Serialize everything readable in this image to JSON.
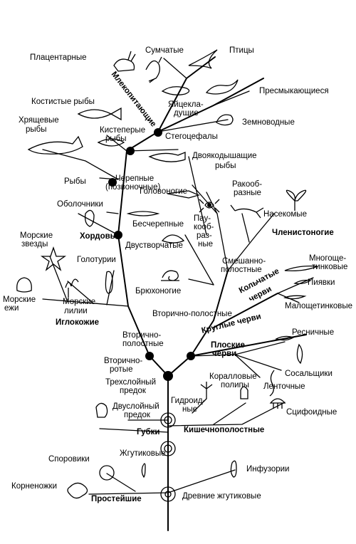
{
  "labels": {
    "placentals": "Плацентарные",
    "marsupials": "Сумчатые",
    "birds": "Птицы",
    "mammals": "Млекопитающие",
    "monotremes_1": "Яйцекла-",
    "monotremes_2": "дущие",
    "reptiles": "Пресмыкающиеся",
    "bony_fish": "Костистые рыбы",
    "amphibians": "Земноводные",
    "stegocephals": "Стегоцефалы",
    "cartilaginous_1": "Хрящевые",
    "cartilaginous_2": "рыбы",
    "lobe_finned_1": "Кистеперые",
    "lobe_finned_2": "рыбы",
    "lungfish_1": "Двоякодышащие",
    "lungfish_2": "рыбы",
    "fish": "Рыбы",
    "craniates_1": "Черепные",
    "craniates_2": "(позвоночные)",
    "cephalopods": "Головоногие",
    "crustaceans_1": "Ракооб-",
    "crustaceans_2": "разные",
    "tunicates": "Оболочники",
    "insects": "Насекомые",
    "arachnids_1": "Пау-",
    "arachnids_2": "кооб-",
    "arachnids_3": "раз-",
    "arachnids_4": "ные",
    "acrania": "Бесчерепные",
    "arthropods": "Членистоногие",
    "chordates": "Хордовые",
    "bivalves": "Двустворчатые",
    "starfish_1": "Морские",
    "starfish_2": "звезды",
    "holothurians": "Голотурии",
    "mixocoel_1": "Смешанно-",
    "mixocoel_2": "полостные",
    "polychaetes_1": "Многоще-",
    "polychaetes_2": "тинковые",
    "annelids_1": "Кольчатые",
    "annelids_2": "черви",
    "leeches": "Пиявки",
    "sea_lilies_1": "Морские",
    "sea_lilies_2": "лилии",
    "gastropods": "Брюхоногие",
    "sea_urchins_1": "Морские",
    "sea_urchins_2": "ежи",
    "oligochaetes": "Малощетинковые",
    "echinoderms": "Иглокожие",
    "secondary_cavity_right": "Вторично-полостные",
    "roundworms": "Круглые черви",
    "secondary_cavity_left_1": "Вторично-",
    "secondary_cavity_left_2": "полостные",
    "turbellarians": "Ресничные",
    "flatworms_1": "Плоские",
    "flatworms_2": "черви",
    "deuterostomes_1": "Вторично-",
    "deuterostomes_2": "ротые",
    "flukes": "Сосальщики",
    "triploblast_1": "Трехслойный",
    "triploblast_2": "предок",
    "corals_1": "Коралловые",
    "corals_2": "полипы",
    "tapeworms": "Ленточные",
    "diploblast_1": "Двуслойный",
    "diploblast_2": "предок",
    "hydroids_1": "Гидроид-",
    "hydroids_2": "ные",
    "scyphozoa": "Сцифоидные",
    "sponges": "Губки",
    "cnidarians": "Кишечнополостные",
    "sporozoa": "Споровики",
    "flagellates": "Жгутиковые",
    "ciliates": "Инфузории",
    "rhizopods": "Корненожки",
    "protozoa": "Простейшие",
    "ancient_flagellates": "Древние жгутиковые"
  }
}
